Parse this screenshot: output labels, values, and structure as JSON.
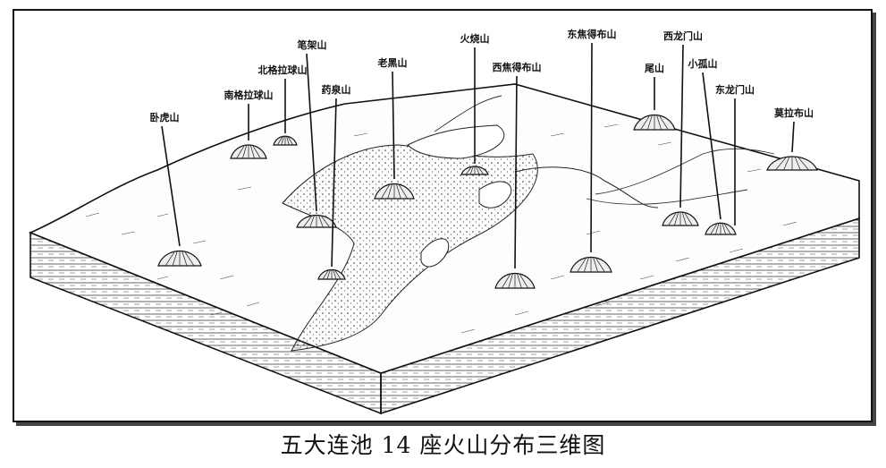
{
  "caption": "五大连池 14 座火山分布三维图",
  "volcanoes": [
    {
      "id": "wohu",
      "label": "卧虎山"
    },
    {
      "id": "nangelaqiu",
      "label": "南格拉球山"
    },
    {
      "id": "beigelaqiu",
      "label": "北格拉球山"
    },
    {
      "id": "bijia",
      "label": "笔架山"
    },
    {
      "id": "yaoquan",
      "label": "药泉山"
    },
    {
      "id": "laohei",
      "label": "老黑山"
    },
    {
      "id": "huoshao",
      "label": "火烧山"
    },
    {
      "id": "xijiaodebu",
      "label": "西焦得布山"
    },
    {
      "id": "dongjiaodebu",
      "label": "东焦得布山"
    },
    {
      "id": "wei",
      "label": "尾山"
    },
    {
      "id": "xilongmen",
      "label": "西龙门山"
    },
    {
      "id": "xiaogu",
      "label": "小孤山"
    },
    {
      "id": "donglongmen",
      "label": "东龙门山"
    },
    {
      "id": "molabu",
      "label": "莫拉布山"
    }
  ]
}
